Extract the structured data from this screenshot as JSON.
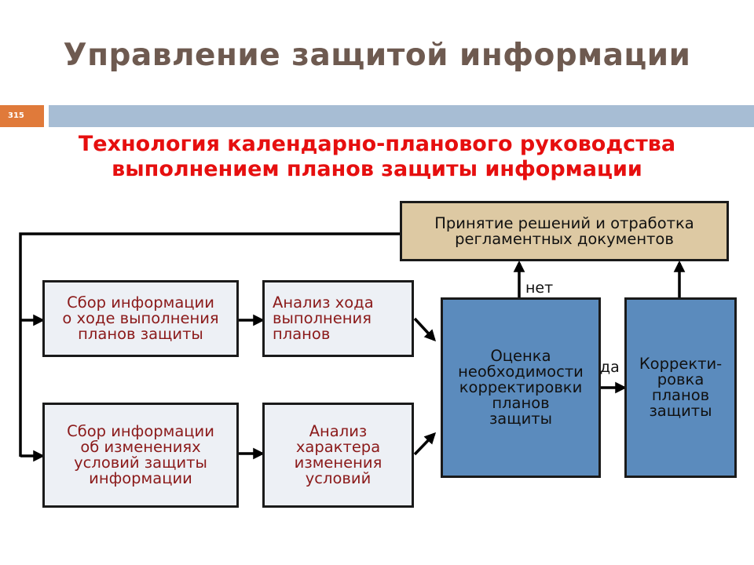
{
  "slide": {
    "title": "Управление защитой информации",
    "number": "315",
    "subtitle_line1": "Технология календарно-планового руководства",
    "subtitle_line2": "выполнением планов защиты информации"
  },
  "diagram": {
    "decision_box": [
      "Принятие решений и отработка",
      "регламентных документов"
    ],
    "collect_progress": [
      "Сбор информации",
      "о ходе выполнения",
      "планов защиты"
    ],
    "analyze_progress": [
      "Анализ хода",
      "выполнения",
      "планов"
    ],
    "collect_changes": [
      "Сбор информации",
      "об изменениях",
      "условий защиты",
      "информации"
    ],
    "analyze_changes": [
      "Анализ",
      "характера",
      "изменения",
      "условий"
    ],
    "evaluation": [
      "Оценка",
      "необходимости",
      "корректировки",
      "планов",
      "защиты"
    ],
    "correction": [
      "Корректи-",
      "ровка",
      "планов",
      "защиты"
    ],
    "label_no": "нет",
    "label_yes": "да"
  },
  "colors": {
    "title": "#6e5a50",
    "subtitle": "#e60f0f",
    "slide_number_bg": "#e07a3a",
    "header_bar": "#a7bdd4",
    "grey_box": "#edf0f5",
    "grey_box_text": "#8b1a1a",
    "decision_box": "#ddc9a3",
    "blue_box": "#5b8bbd"
  }
}
